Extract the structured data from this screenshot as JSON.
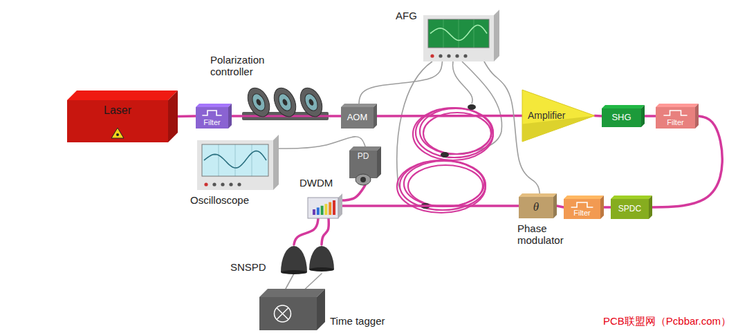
{
  "diagram": {
    "nodes": [
      {
        "text": [
          "AFG"
        ]
      },
      {
        "text": [
          "Polarization controller"
        ]
      },
      {
        "text": [
          "Laser"
        ]
      },
      {
        "text": [
          "Filter"
        ]
      },
      {
        "text": [
          "AOM"
        ]
      },
      {
        "text": [
          "Amplifier"
        ]
      },
      {
        "text": [
          "SHG"
        ]
      },
      {
        "text": [
          "Filter"
        ]
      },
      {
        "text": [
          "Oscilloscope"
        ]
      },
      {
        "text": [
          "PD"
        ]
      },
      {
        "text": [
          "DWDM"
        ]
      },
      {
        "text": [
          "θ",
          "Phase modulator"
        ]
      },
      {
        "text": [
          "Filter"
        ]
      },
      {
        "text": [
          "SPDC"
        ]
      },
      {
        "text": [
          "SNSPD"
        ]
      },
      {
        "text": [
          "Time tagger"
        ]
      }
    ],
    "edges": [
      {
        "from": 2,
        "to": 3,
        "arrow": "none"
      },
      {
        "from": 3,
        "to": 1,
        "arrow": "none"
      },
      {
        "from": 1,
        "to": 4,
        "arrow": "none"
      },
      {
        "from": 4,
        "to": 5,
        "arrow": "none"
      },
      {
        "from": 5,
        "to": 6,
        "arrow": "none"
      },
      {
        "from": 6,
        "to": 7,
        "arrow": "none"
      },
      {
        "from": 7,
        "to": 13,
        "arrow": "none"
      },
      {
        "from": 13,
        "to": 12,
        "arrow": "none"
      },
      {
        "from": 12,
        "to": 11,
        "arrow": "none"
      },
      {
        "from": 11,
        "to": 10,
        "arrow": "none"
      },
      {
        "from": 10,
        "to": 9,
        "arrow": "none"
      },
      {
        "from": 10,
        "to": 14,
        "arrow": "none"
      },
      {
        "from": 0,
        "to": 4,
        "arrow": "none"
      },
      {
        "from": 0,
        "to": 11,
        "arrow": "none"
      },
      {
        "from": 8,
        "to": 9,
        "arrow": "none"
      },
      {
        "from": 14,
        "to": 15,
        "arrow": "none"
      }
    ],
    "labels": [
      "PCB联盟网（Pcbbar.com）"
    ]
  }
}
